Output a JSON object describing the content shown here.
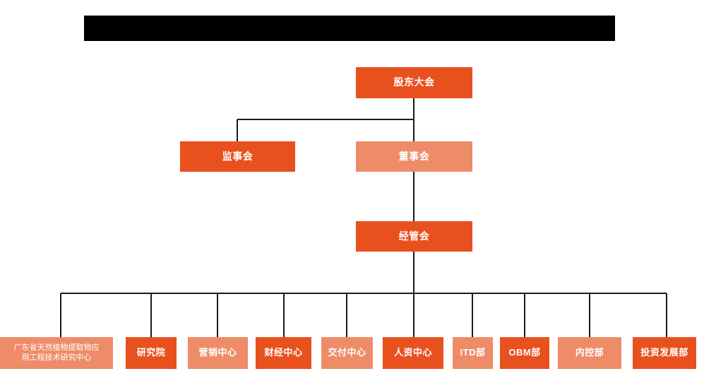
{
  "page": {
    "background_color": "#ffffff",
    "accent_solid": "#E8511E",
    "accent_light": "#EE8C68",
    "line_color": "#1a1a1a",
    "text_color": "#ffffff",
    "redaction_label": ""
  },
  "chart": {
    "type": "org-chart",
    "title_bar_redacted": true,
    "levels": [
      {
        "name": "level-1",
        "nodes": [
          {
            "id": "shareholders-meeting",
            "label": "股东大会",
            "style": "solid"
          }
        ]
      },
      {
        "name": "level-2",
        "nodes": [
          {
            "id": "board-of-supervisors",
            "label": "监事会",
            "style": "solid"
          },
          {
            "id": "board-of-directors",
            "label": "董事会",
            "style": "light"
          }
        ]
      },
      {
        "name": "level-3",
        "nodes": [
          {
            "id": "management-committee",
            "label": "经管会",
            "style": "solid"
          }
        ]
      },
      {
        "name": "level-4",
        "nodes": [
          {
            "id": "gd-plant-extract-center",
            "label": "广东省天然植物提取物应\n用工程技术研究中心",
            "style": "light"
          },
          {
            "id": "research-institute",
            "label": "研究院",
            "style": "solid"
          },
          {
            "id": "marketing-center",
            "label": "营销中心",
            "style": "light"
          },
          {
            "id": "finance-center",
            "label": "财经中心",
            "style": "solid"
          },
          {
            "id": "delivery-center",
            "label": "交付中心",
            "style": "light"
          },
          {
            "id": "hr-center",
            "label": "人资中心",
            "style": "solid"
          },
          {
            "id": "itd-department",
            "label": "ITD部",
            "style": "light"
          },
          {
            "id": "obm-department",
            "label": "OBM部",
            "style": "solid"
          },
          {
            "id": "internal-control-department",
            "label": "内控部",
            "style": "light"
          },
          {
            "id": "investment-development-department",
            "label": "投资发展部",
            "style": "solid"
          }
        ]
      }
    ]
  }
}
